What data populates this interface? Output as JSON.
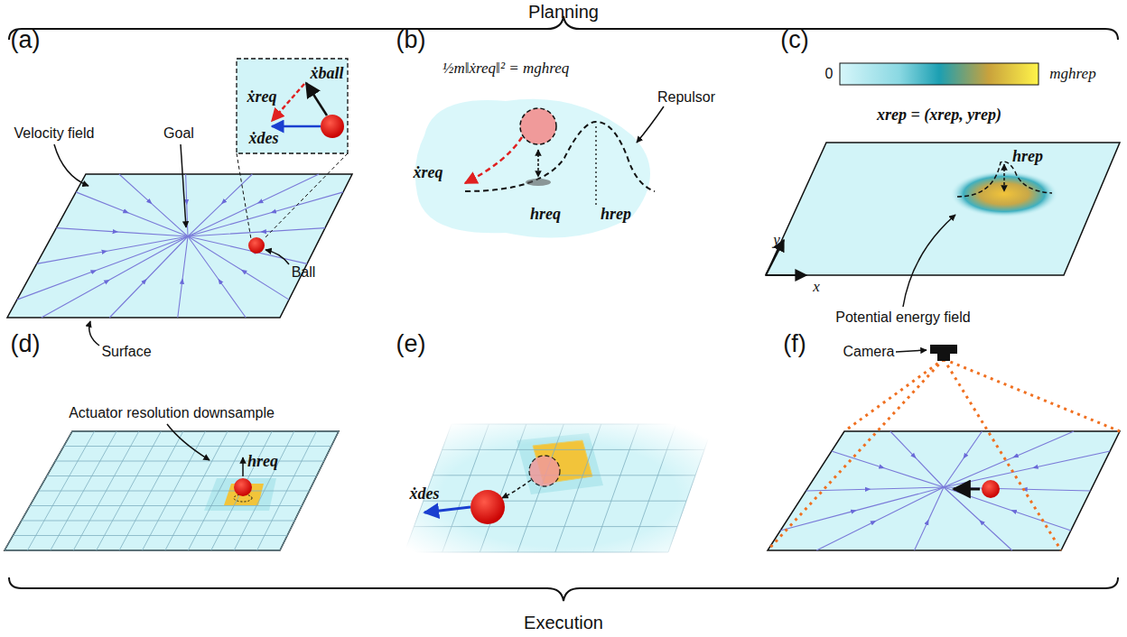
{
  "diagram": {
    "labels": [
      "Planning",
      "(a)",
      "(b)",
      "(c)",
      "Velocity field",
      "Goal",
      "ẋreq",
      "ẋball",
      "ẋdes",
      "Ball",
      "Surface",
      "½m‖ẋreq‖² = mghreq",
      "Repulsor",
      "ẋreq",
      "hreq",
      "hrep",
      "0",
      "mghrep",
      "xrep = (xrep, yrep)",
      "hrep",
      "y",
      "x",
      "Potential energy field",
      "(d)",
      "(e)",
      "(f)",
      "Actuator resolution downsample",
      "hreq",
      "ẋdes",
      "Camera",
      "Execution"
    ]
  }
}
